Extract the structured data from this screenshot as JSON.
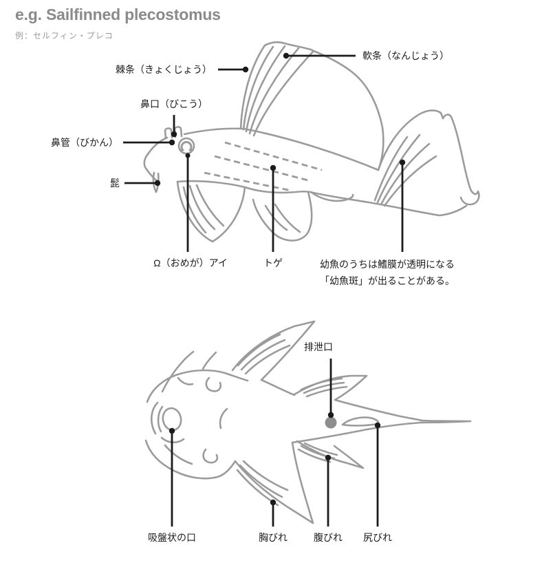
{
  "header": {
    "title": "e.g. Sailfinned plecostomus",
    "subtitle": "例：セルフィン・プレコ"
  },
  "colors": {
    "outline": "#9b9b9b",
    "leader": "#1b1b1b",
    "text": "#1c1c1c",
    "title": "#8a8a8a",
    "subtitle": "#9a9a9a",
    "vent_fill": "#8d8d8d",
    "background": "#ffffff"
  },
  "side_view": {
    "description": "side view of sailfin pleco with anatomy labels",
    "labels": {
      "soft_ray": "軟条（なんじょう）",
      "spiny_ray": "棘条（きょくじょう）",
      "nostril_opening": "鼻口（びこう）",
      "nasal_tube": "鼻管（びかん）",
      "barbel": "髭",
      "omega_eye": "Ω（おめが）アイ",
      "spines": "トゲ",
      "juvenile_note_line1": "幼魚のうちは鰭膜が透明になる",
      "juvenile_note_line2": "「幼魚斑」が出ることがある。"
    }
  },
  "bottom_view": {
    "description": "ventral view of sailfin pleco with fin labels",
    "labels": {
      "vent": "排泄口",
      "sucker_mouth": "吸盤状の口",
      "pectoral_fin": "胸びれ",
      "pelvic_fin": "腹びれ",
      "anal_fin": "尻びれ"
    }
  }
}
